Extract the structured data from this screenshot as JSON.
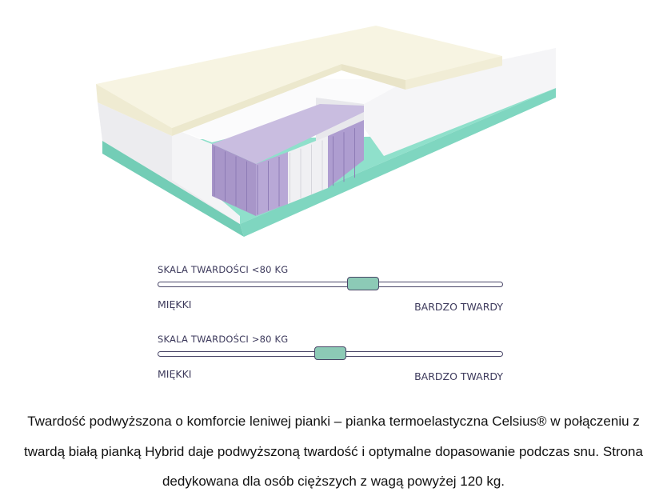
{
  "image": {
    "alt_icon": "mattress-cross-section-illustration"
  },
  "scales": [
    {
      "title": "SKALA TWARDOŚCI <80 KG",
      "min_label": "MIĘKKI",
      "max_label": "BARDZO TWARDY",
      "value": 0.595
    },
    {
      "title": "SKALA TWARDOŚCI >80 KG",
      "min_label": "MIĘKKI",
      "max_label": "BARDZO TWARDY",
      "value": 0.5
    }
  ],
  "description": "Twardość podwyższona o komforcie leniwej pianki – pianka termoelastyczna Celsius® w połączeniu z twardą białą pianką Hybrid daje podwyższoną twardość i optymalne dopasowanie podczas snu. Strona dedykowana dla osób cięższych z wagą powyżej 120 kg.",
  "colors": {
    "base_foam": "#7fd3bf",
    "top_foam": "#f6f3df",
    "springs": "#b6a6d2",
    "thumb": "#8ccab6",
    "track_border": "#4a4768"
  }
}
